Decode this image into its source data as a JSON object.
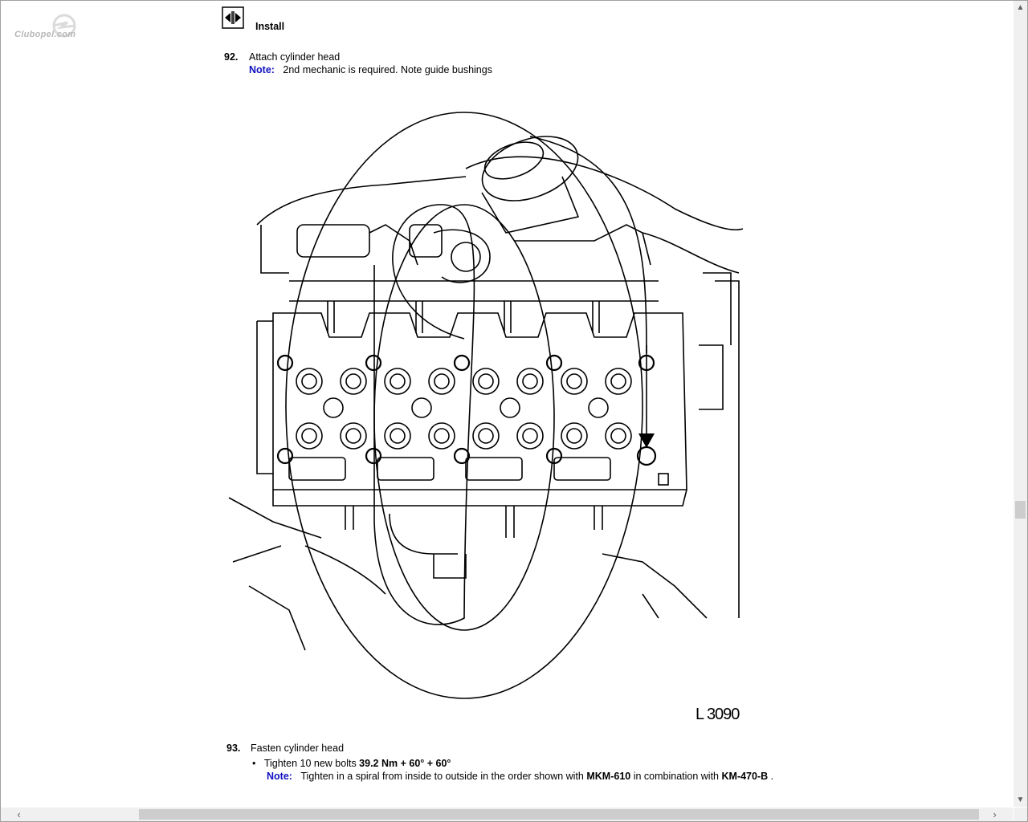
{
  "watermark": {
    "text": "Clubopel.com"
  },
  "section": {
    "title": "Install",
    "icon": "install-arrows-icon"
  },
  "step92": {
    "number": "92.",
    "title": "Attach cylinder head",
    "note_label": "Note:",
    "note_text": "2nd mechanic is required. Note guide bushings"
  },
  "figure": {
    "code": "L 3090"
  },
  "step93": {
    "number": "93.",
    "title": "Fasten cylinder head",
    "bullet": "•",
    "tighten_prefix": "Tighten 10 new bolts ",
    "torque": "39.2 Nm + 60° + 60°",
    "note_label": "Note:",
    "note_part1": "Tighten in a spiral from inside to outside in the order shown with ",
    "tool1": "MKM-610",
    "note_part2": " in combination with ",
    "tool2": "KM-470-B",
    "note_end": " ."
  },
  "scrollbars": {
    "up_icon": "▲",
    "down_icon": "▼",
    "left_icon": "‹",
    "right_icon": "›"
  }
}
